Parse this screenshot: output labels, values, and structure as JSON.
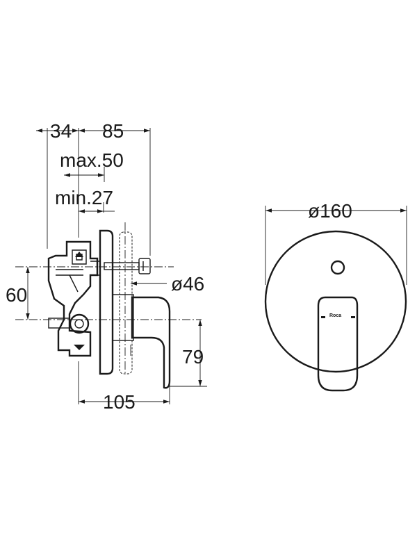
{
  "side_view": {
    "dims": {
      "d34": "34",
      "d85": "85",
      "max50": "max.50",
      "min27": "min.27",
      "d60": "60",
      "d46": "ø46",
      "d79": "79",
      "d105": "105"
    }
  },
  "front_view": {
    "dims": {
      "d160": "ø160"
    },
    "brand": "Roca"
  }
}
